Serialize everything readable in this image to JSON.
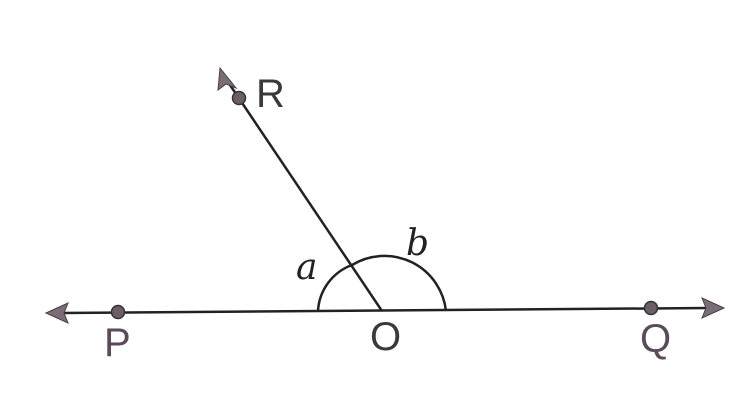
{
  "diagram": {
    "points": {
      "P": "P",
      "Q": "Q",
      "R": "R",
      "O": "O"
    },
    "angles": {
      "a": "a",
      "b": "b"
    },
    "colors": {
      "line": "#222222",
      "point": "#6a5f66",
      "arrow": "#7a6d78"
    }
  }
}
